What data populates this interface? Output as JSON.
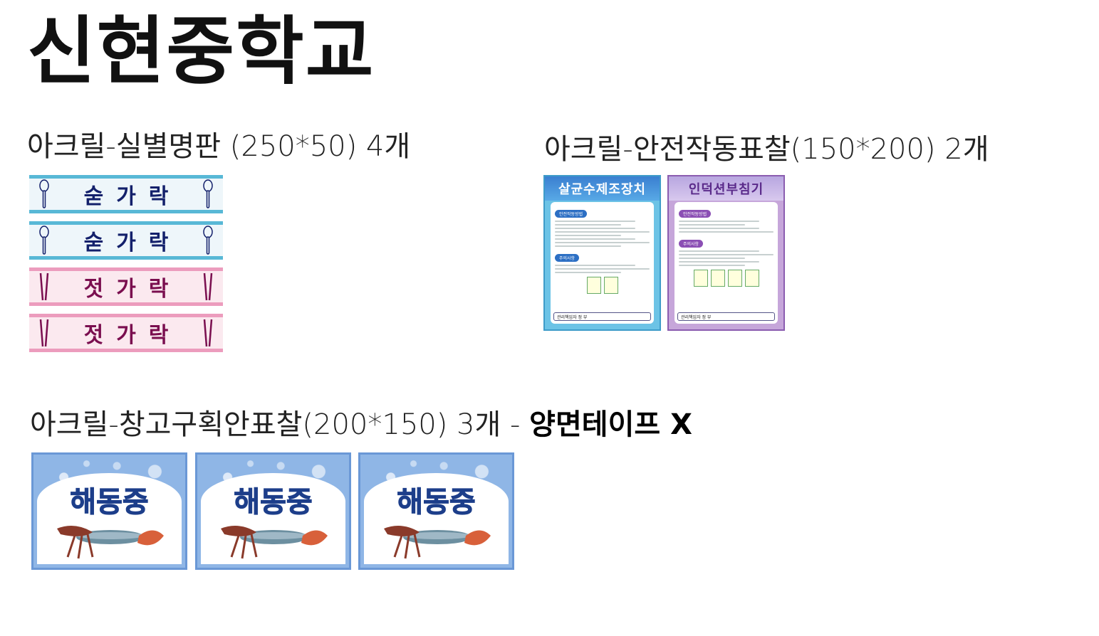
{
  "title": "신현중학교",
  "sections": {
    "nameplates": {
      "label": "아크릴-실별명판 (250*50) 4개"
    },
    "safety": {
      "label": "아크릴-안전작동표찰(150*200) 2개"
    },
    "storage": {
      "label_main": "아크릴-창고구획안표찰(200*150) 3개 - ",
      "label_bold": "양면테이프 X"
    }
  },
  "nameplates": [
    {
      "text": "숟가락",
      "icon": "spoon-icon",
      "color": "#58b8d6"
    },
    {
      "text": "숟가락",
      "icon": "spoon-icon",
      "color": "#58b8d6"
    },
    {
      "text": "젓가락",
      "icon": "chopsticks-icon",
      "color": "#ec9cbd"
    },
    {
      "text": "젓가락",
      "icon": "chopsticks-icon",
      "color": "#ec9cbd"
    }
  ],
  "safety_signs": [
    {
      "title": "살균수제조장치",
      "sub1": "안전작동방법",
      "sub2": "주의사항",
      "manager": "관리책임자 정 부",
      "color": "#3e9cc9"
    },
    {
      "title": "인덕션부침기",
      "sub1": "안전작동방법",
      "sub2": "주의사항",
      "manager": "관리책임자 정 부",
      "color": "#8b5db0"
    }
  ],
  "storage_signs": [
    {
      "text": "해동중",
      "color": "#6a98d6"
    },
    {
      "text": "해동중",
      "color": "#6a98d6"
    },
    {
      "text": "해동중",
      "color": "#6a98d6"
    }
  ]
}
